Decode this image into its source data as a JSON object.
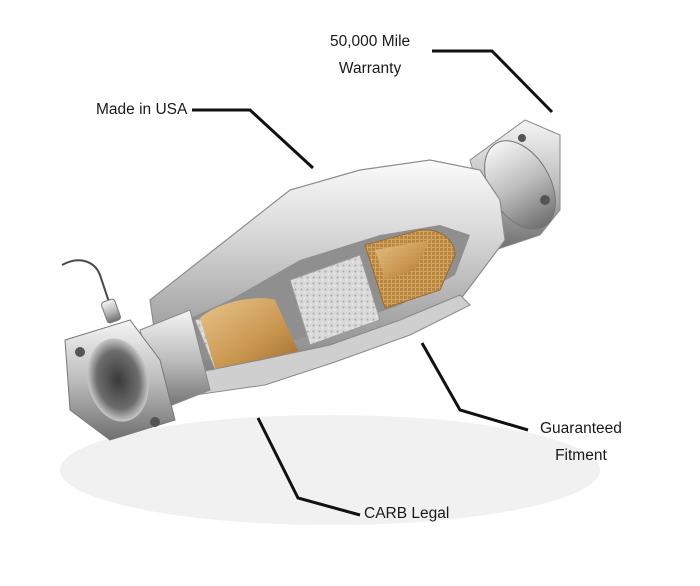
{
  "callouts": {
    "warranty": {
      "line1": "50,000 Mile",
      "line2": "Warranty"
    },
    "made_in": {
      "text": "Made in USA"
    },
    "fitment": {
      "line1": "Guaranteed",
      "line2": "Fitment"
    },
    "carb": {
      "text": "CARB Legal"
    }
  },
  "colors": {
    "steel_light": "#f2f2f2",
    "steel_mid": "#b9b9b9",
    "steel_dark": "#6e6e6e",
    "ceramic": "#cfa56a",
    "substrate": "#d8d8d8",
    "leader": "#111111"
  }
}
